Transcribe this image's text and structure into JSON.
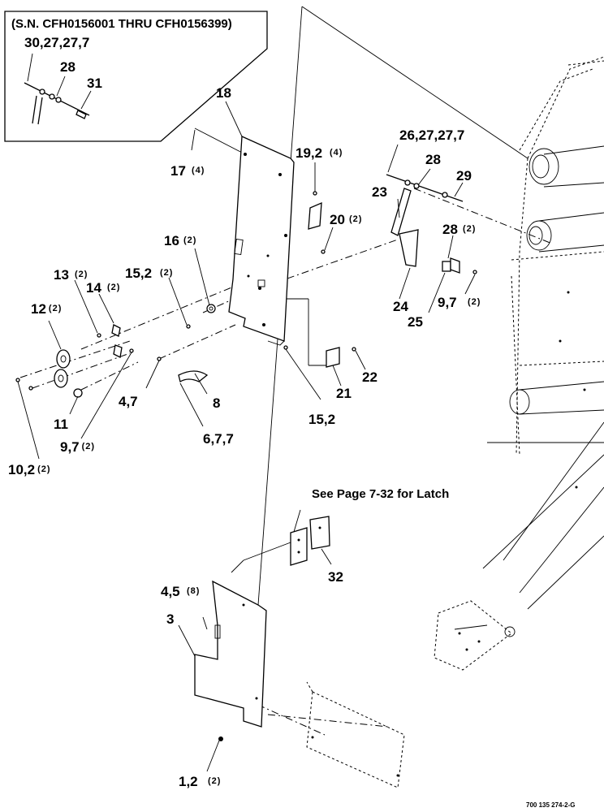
{
  "inset": {
    "serial": "(S.N. CFH0156001 THRU CFH0156399)",
    "labels": {
      "a": "30,27,27,7",
      "b": "28",
      "c": "31"
    }
  },
  "labels": {
    "l18": "18",
    "l17": "17",
    "l17q": "(4)",
    "l19": "19,2",
    "l19q": "(4)",
    "l26": "26,27,27,7",
    "l28a": "28",
    "l29": "29",
    "l23": "23",
    "l20": "20",
    "l20q": "(2)",
    "l16": "16",
    "l16q": "(2)",
    "l28b": "28",
    "l28bq": "(2)",
    "l13": "13",
    "l13q": "(2)",
    "l14": "14",
    "l14q": "(2)",
    "l15a": "15,2",
    "l15aq": "(2)",
    "l24": "24",
    "l9a": "9,7",
    "l9aq": "(2)",
    "l25": "25",
    "l12": "12",
    "l12q": "(2)",
    "l22": "22",
    "l21": "21",
    "l8": "8",
    "l47": "4,7",
    "l11": "11",
    "l15b": "15,2",
    "l677": "6,7,7",
    "l9b": "9,7",
    "l9bq": "(2)",
    "l10": "10,2",
    "l10q": "(2)",
    "latch": "See Page 7-32 for Latch",
    "l32": "32",
    "l45": "4,5",
    "l45q": "(8)",
    "l3": "3",
    "l12b": "1,2",
    "l12bq": "(2)"
  },
  "footer": {
    "ref": "700 135 274-2-G"
  }
}
